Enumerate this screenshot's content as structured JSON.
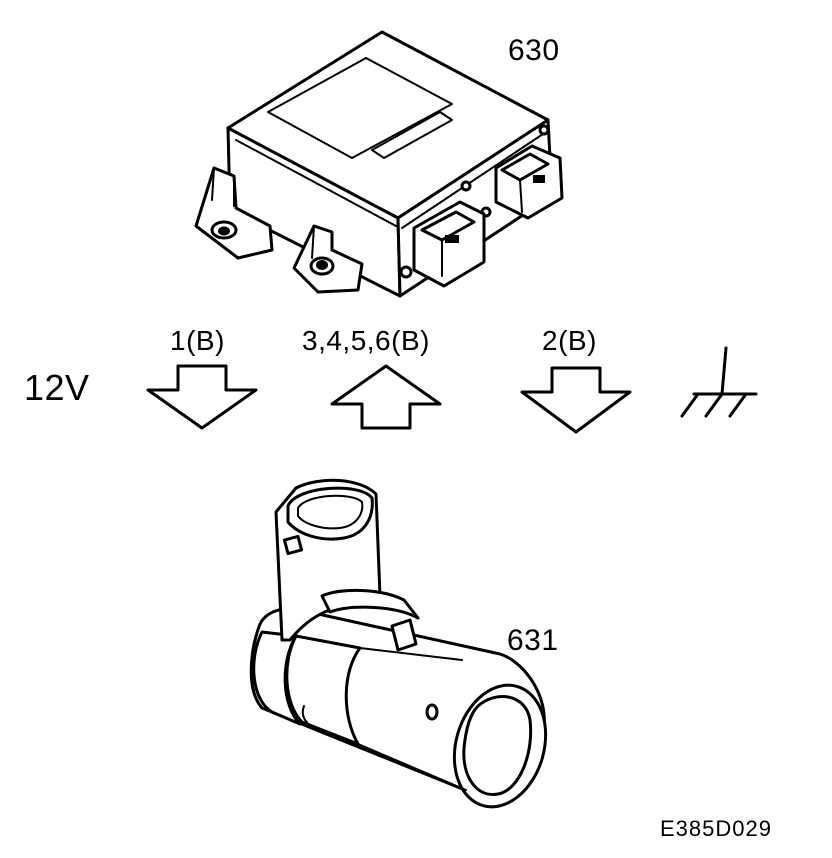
{
  "labels": {
    "control_module": "630",
    "sensor": "631",
    "voltage": "12V",
    "pin_supply": "1(B)",
    "pin_signal": "3,4,5,6(B)",
    "pin_ground": "2(B)",
    "figure_id": "E385D029"
  },
  "icons": {
    "supply_arrow": "arrow-down-icon",
    "signal_arrow": "arrow-up-icon",
    "ground_arrow": "arrow-down-icon",
    "ground_symbol": "chassis-ground-icon"
  },
  "colors": {
    "ink": "#000000",
    "background": "#ffffff"
  }
}
